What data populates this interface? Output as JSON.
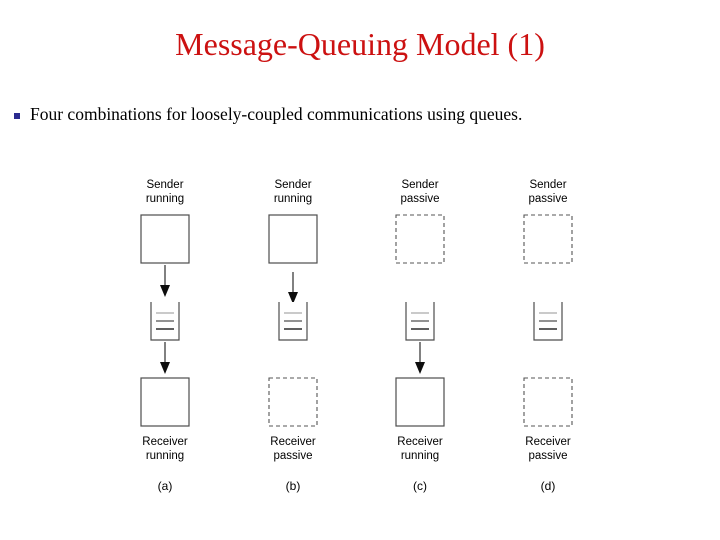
{
  "slide": {
    "title": "Message-Queuing Model (1)",
    "title_color": "#cc1111",
    "bullets": [
      {
        "marker": "square-bullet",
        "marker_color": "#2b2b8f",
        "text": "Four combinations for loosely-coupled communications using queues."
      }
    ]
  },
  "figure": {
    "name": "message-queuing-combinations-diagram",
    "columns": [
      {
        "letter": "(a)",
        "sender_label_line1": "Sender",
        "sender_label_line2": "running",
        "sender_state": "running",
        "sender_box_style": "solid",
        "arrow_sender_to_queue": true,
        "queue": "message-queue",
        "arrow_queue_to_receiver": true,
        "receiver_label_line1": "Receiver",
        "receiver_label_line2": "running",
        "receiver_state": "running",
        "receiver_box_style": "solid"
      },
      {
        "letter": "(b)",
        "sender_label_line1": "Sender",
        "sender_label_line2": "running",
        "sender_state": "running",
        "sender_box_style": "solid",
        "arrow_sender_to_queue": true,
        "queue": "message-queue",
        "arrow_queue_to_receiver": false,
        "receiver_label_line1": "Receiver",
        "receiver_label_line2": "passive",
        "receiver_state": "passive",
        "receiver_box_style": "dashed"
      },
      {
        "letter": "(c)",
        "sender_label_line1": "Sender",
        "sender_label_line2": "passive",
        "sender_state": "passive",
        "sender_box_style": "dashed",
        "arrow_sender_to_queue": false,
        "queue": "message-queue",
        "arrow_queue_to_receiver": true,
        "receiver_label_line1": "Receiver",
        "receiver_label_line2": "running",
        "receiver_state": "running",
        "receiver_box_style": "solid"
      },
      {
        "letter": "(d)",
        "sender_label_line1": "Sender",
        "sender_label_line2": "passive",
        "sender_state": "passive",
        "sender_box_style": "dashed",
        "arrow_sender_to_queue": false,
        "queue": "message-queue",
        "arrow_queue_to_receiver": false,
        "receiver_label_line1": "Receiver",
        "receiver_label_line2": "passive",
        "receiver_state": "passive",
        "receiver_box_style": "dashed"
      }
    ]
  }
}
